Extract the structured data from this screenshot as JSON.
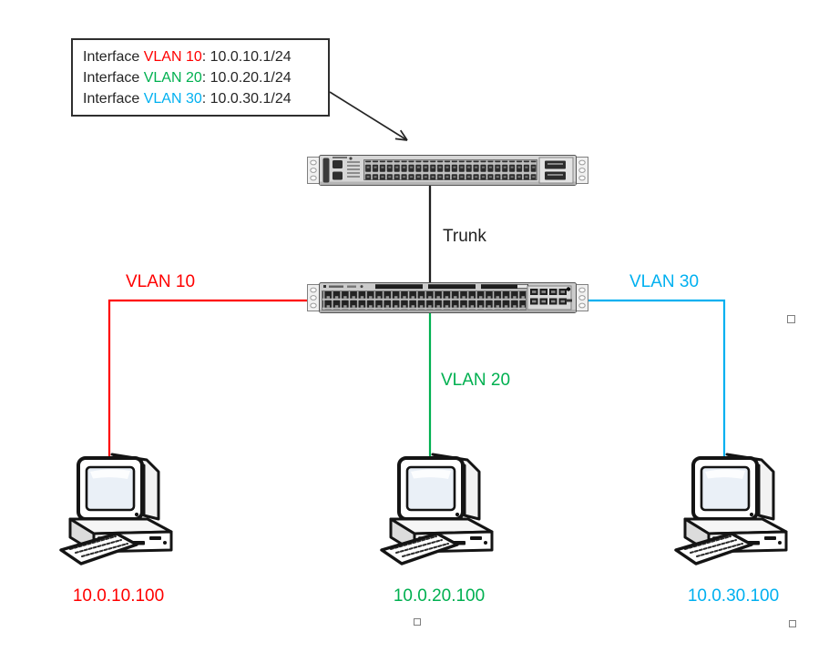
{
  "colors": {
    "red": "#FF0000",
    "green": "#00B050",
    "blue": "#00B0F0",
    "ink": "#1f1f1f"
  },
  "callout": {
    "lines": [
      {
        "prefix": "Interface ",
        "vlan": "VLAN 10",
        "rest": ": 10.0.10.1/24"
      },
      {
        "prefix": "Interface ",
        "vlan": "VLAN 20",
        "rest": ": 10.0.20.1/24"
      },
      {
        "prefix": "Interface ",
        "vlan": "VLAN 30",
        "rest": ": 10.0.30.1/24"
      }
    ]
  },
  "links": {
    "trunk": "Trunk",
    "vlan10": "VLAN 10",
    "vlan20": "VLAN 20",
    "vlan30": "VLAN 30"
  },
  "hosts": [
    {
      "ip": "10.0.10.100"
    },
    {
      "ip": "10.0.20.100"
    },
    {
      "ip": "10.0.30.100"
    }
  ]
}
